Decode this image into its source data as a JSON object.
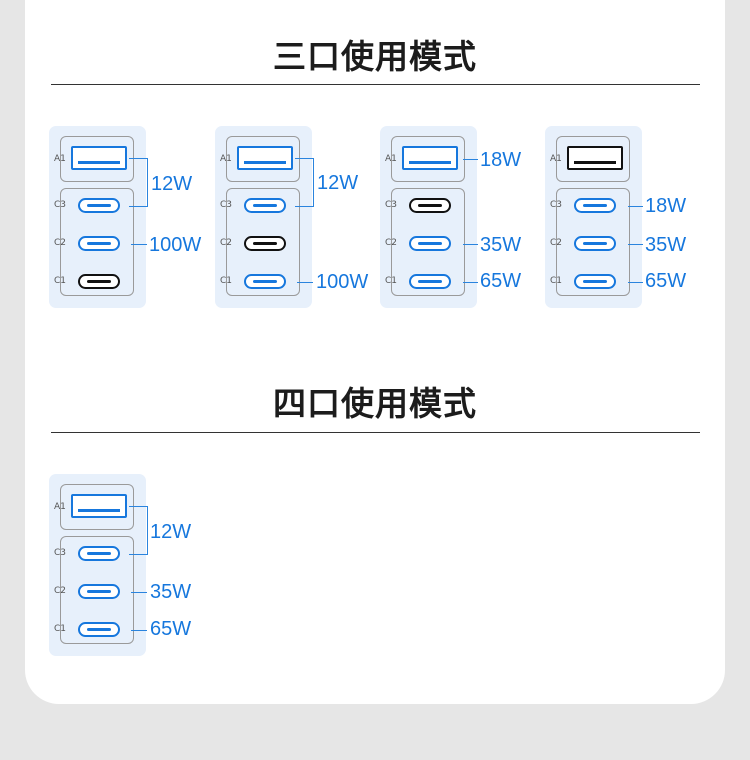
{
  "sections": [
    {
      "title": "三口使用模式"
    },
    {
      "title": "四口使用模式"
    }
  ],
  "port_labels": {
    "a1": "A1",
    "c3": "C3",
    "c2": "C2",
    "c1": "C1"
  },
  "modes": [
    {
      "active": {
        "a1": true,
        "c3": true,
        "c2": true,
        "c1": false
      },
      "outputs": [
        "12W",
        "100W"
      ]
    },
    {
      "active": {
        "a1": true,
        "c3": true,
        "c2": false,
        "c1": true
      },
      "outputs": [
        "12W",
        "100W"
      ]
    },
    {
      "active": {
        "a1": true,
        "c3": false,
        "c2": true,
        "c1": true
      },
      "outputs": [
        "18W",
        "35W",
        "65W"
      ]
    },
    {
      "active": {
        "a1": false,
        "c3": true,
        "c2": true,
        "c1": true
      },
      "outputs": [
        "18W",
        "35W",
        "65W"
      ]
    },
    {
      "active": {
        "a1": true,
        "c3": true,
        "c2": true,
        "c1": true
      },
      "outputs": [
        "12W",
        "35W",
        "65W"
      ]
    }
  ],
  "colors": {
    "active_port": "#1677dd",
    "inactive_port": "#111111",
    "panel": "#e7f0fb",
    "watt_text": "#1677dd"
  }
}
